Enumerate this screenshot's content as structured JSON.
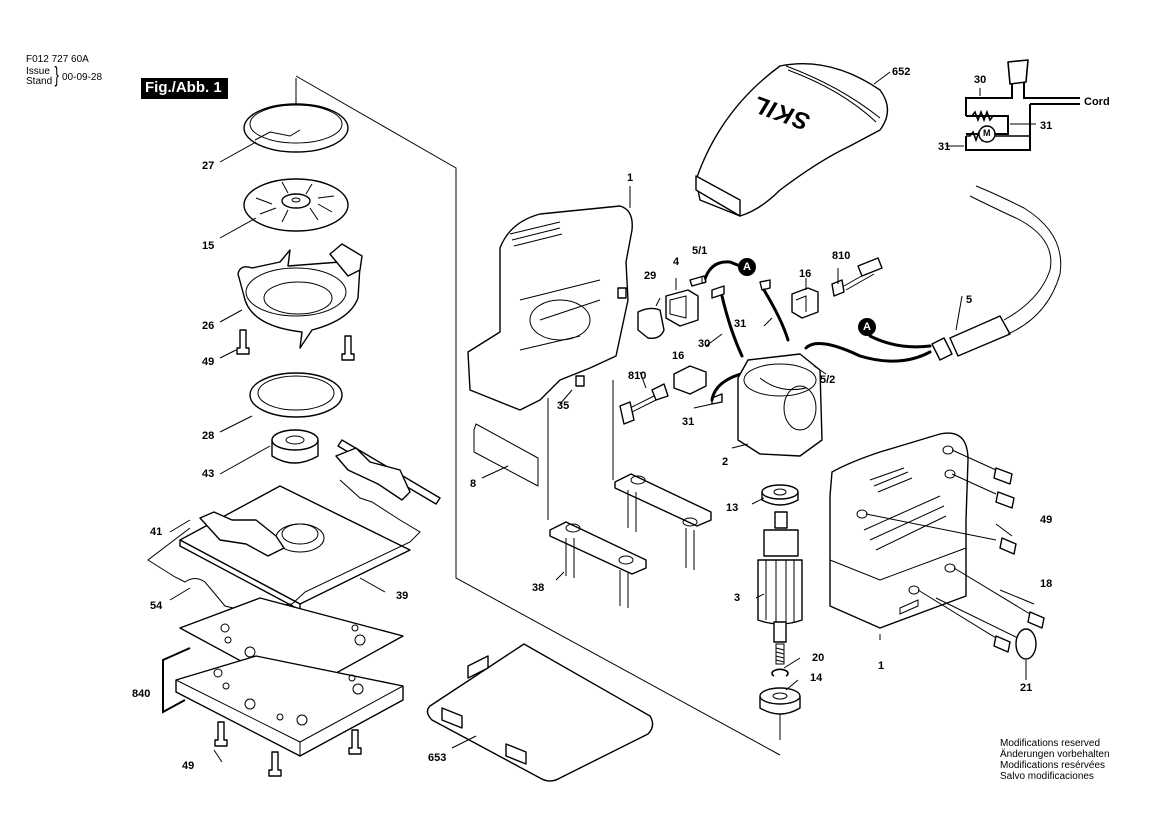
{
  "header": {
    "doc_number": "F012 727 60A",
    "issue_label": "Issue",
    "stand_label": "Stand",
    "issue_date": "00-09-28",
    "figure_label": "Fig./Abb. 1"
  },
  "brand_logo_text": "SKIL",
  "wiring_schematic": {
    "labels": {
      "wire_30": "30",
      "wire_31_right": "31",
      "wire_31_left": "31",
      "cord": "Cord",
      "motor": "M"
    }
  },
  "connector_markers": {
    "a1": "A",
    "a2": "A"
  },
  "part_labels": {
    "p27": "27",
    "p15": "15",
    "p26": "26",
    "p49_upper": "49",
    "p28": "28",
    "p43": "43",
    "p41": "41",
    "p39": "39",
    "p54": "54",
    "p840": "840",
    "p49_lower": "49",
    "p653": "653",
    "p8": "8",
    "p35": "35",
    "p1_top": "1",
    "p29": "29",
    "p4": "4",
    "p5_1": "5/1",
    "p30": "30",
    "p31_upper": "31",
    "p16_upper": "16",
    "p810_upper": "810",
    "p16_lower": "16",
    "p810_lower": "810",
    "p31_lower": "31",
    "p5_2": "5/2",
    "p5": "5",
    "p2": "2",
    "p13": "13",
    "p3": "3",
    "p20": "20",
    "p14": "14",
    "p38": "38",
    "p652": "652",
    "p49_right": "49",
    "p18": "18",
    "p1_bottom": "1",
    "p21": "21"
  },
  "modifications_notice": [
    "Modifications reserved",
    "Änderungen vorbehalten",
    "Modifications resérvées",
    "Salvo modificaciones"
  ]
}
